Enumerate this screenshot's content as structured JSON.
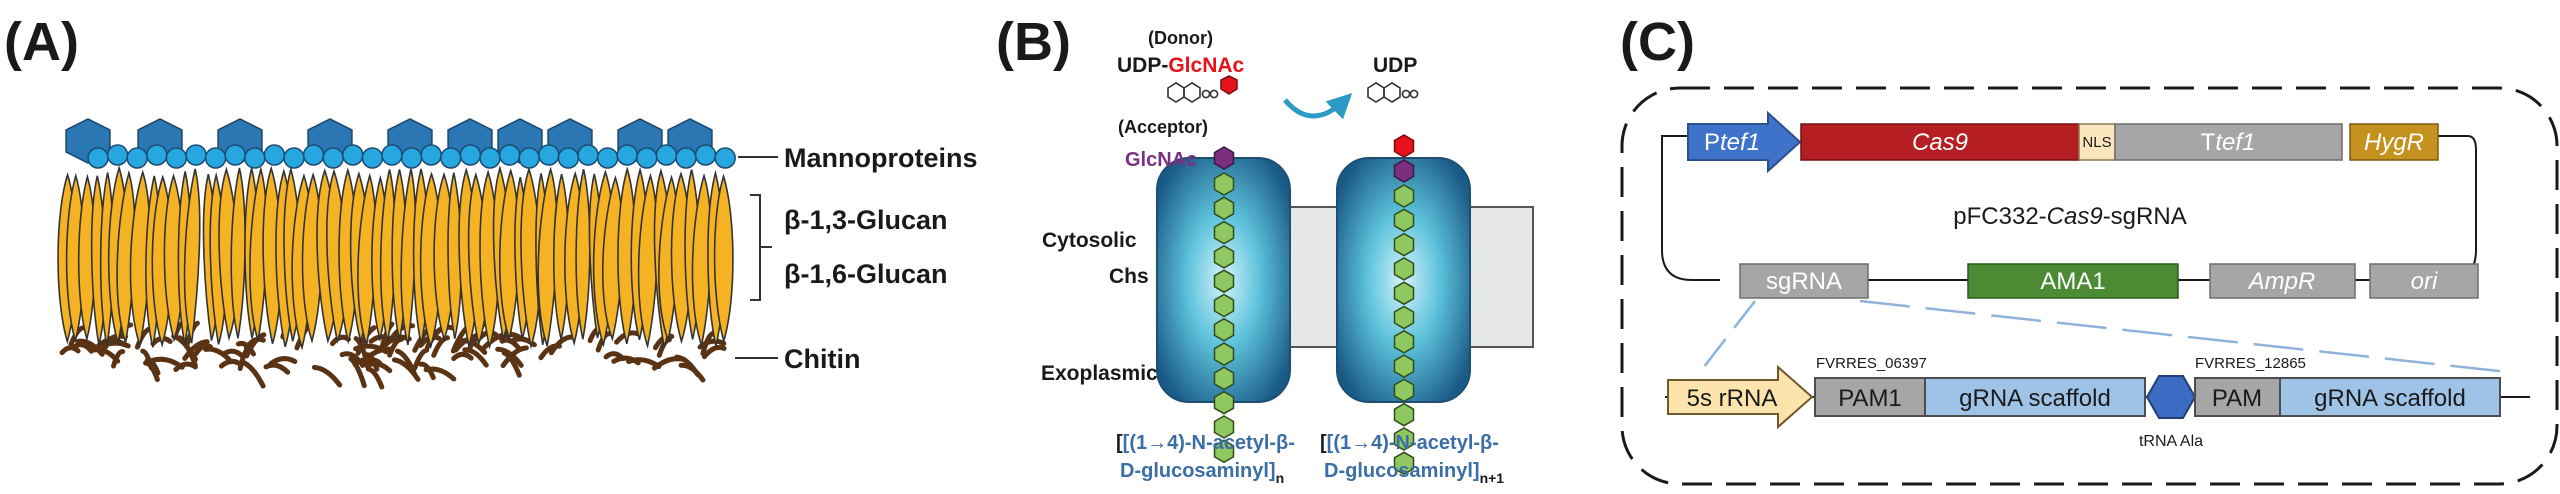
{
  "panels": {
    "a": {
      "label": "(A)",
      "layers": {
        "mannoproteins": "Mannoproteins",
        "glucan13": "β-1,3-Glucan",
        "glucan16": "β-1,6-Glucan",
        "chitin": "Chitin"
      },
      "colors": {
        "mannoprotein_hex": "#2a77b3",
        "mannoprotein_circle": "#27a7e0",
        "glucan": "#f5b324",
        "chitin": "#5a3214"
      }
    },
    "b": {
      "label": "(B)",
      "donor": "(Donor)",
      "udp": "UDP",
      "dash": "-",
      "glcnac": "GlcNAc",
      "udp_product": "UDP",
      "acceptor": "(Acceptor)",
      "acceptor_glcnac": "GlcNAc",
      "cytosolic": "Cytosolic",
      "chs": "Chs",
      "exoplasmic": "Exoplasmic",
      "product_left": {
        "line1": "[(1→4)-N-acetyl-β-",
        "line2": "D-glucosaminyl]",
        "sub": "n"
      },
      "product_right": {
        "line1": "[(1→4)-N-acetyl-β-",
        "line2": "D-glucosaminyl]",
        "sub": "n+1"
      },
      "colors": {
        "donor_red": "#e8121b",
        "acceptor_purple": "#7a2f7f",
        "chain_green": "#8fc861",
        "product_blue": "#3b6ea5",
        "arrow": "#2d9ac6"
      }
    },
    "c": {
      "label": "(C)",
      "plasmid_name": {
        "prefix": "pFC332-",
        "italic": "Cas9",
        "suffix": "-sgRNA"
      },
      "top_row": {
        "ptef1": {
          "prefix": "P",
          "italic": "tef1"
        },
        "cas9": "Cas9",
        "nls": "NLS",
        "ttef1": {
          "prefix": "T",
          "italic": "tef1"
        },
        "hygr": "HygR"
      },
      "bottom_row": {
        "sgrna": "sgRNA",
        "ama1": "AMA1",
        "ampr": "AmpR",
        "ori": "ori"
      },
      "detail": {
        "rrna": "5s rRNA",
        "pam1": "PAM1",
        "scaffold1": "gRNA scaffold",
        "pam": "PAM",
        "scaffold2": "gRNA scaffold",
        "trna": "tRNA Ala",
        "fv1": "FVRRES_06397",
        "fv2": "FVRRES_12865"
      },
      "colors": {
        "ptef1": "#3f73c9",
        "cas9": "#b51e23",
        "nls": "#fbe5bc",
        "ttef1": "#a6a6a6",
        "hygr": "#c6921f",
        "ama1": "#4c8b33",
        "rrna": "#fde4ad",
        "scaffold": "#9fc3e7",
        "trna": "#3b6bc2"
      }
    }
  }
}
